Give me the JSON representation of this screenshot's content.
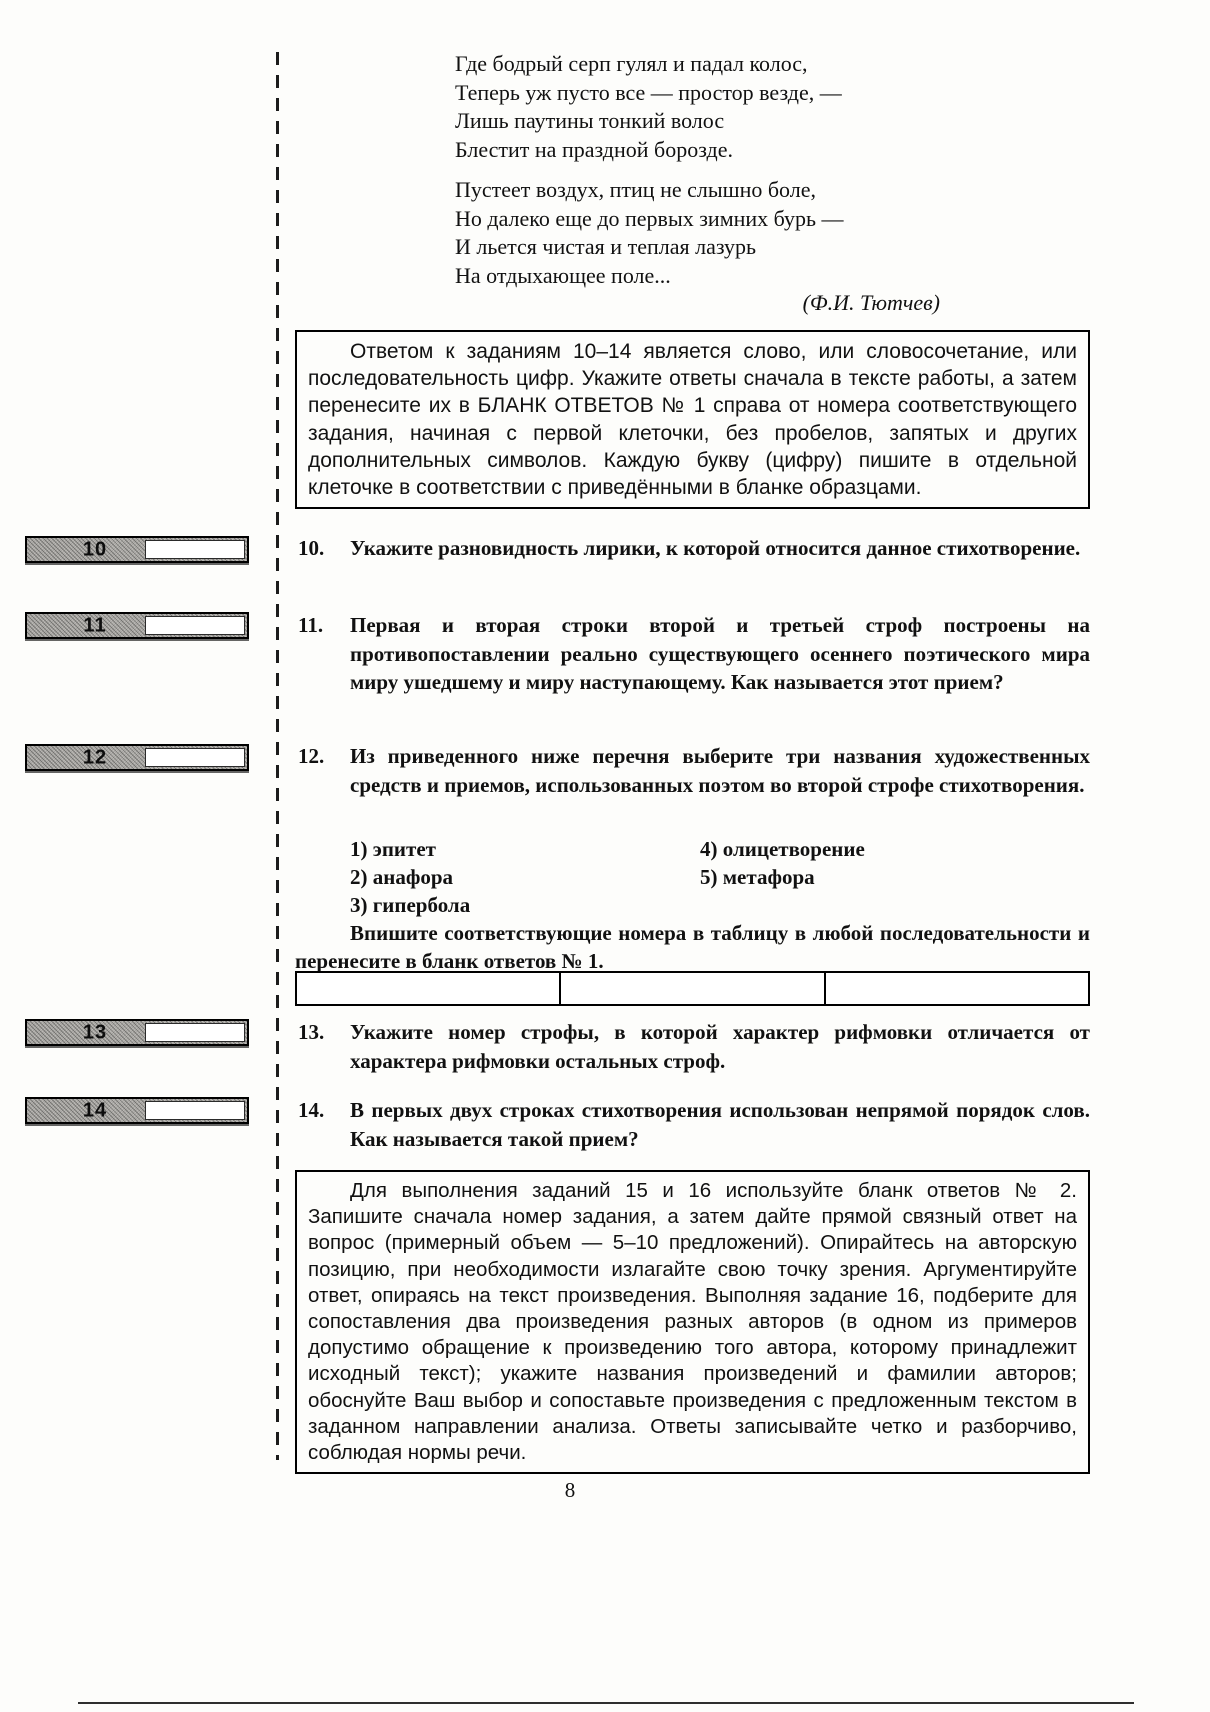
{
  "page": {
    "number": "8"
  },
  "poem": {
    "stanza1": [
      "Где бодрый серп гулял и падал колос,",
      "Теперь уж пусто все — простор везде, —",
      "Лишь паутины тонкий волос",
      "Блестит на праздной борозде."
    ],
    "stanza2": [
      "Пустеет воздух, птиц не слышно боле,",
      "Но далеко еще до первых зимних бурь —",
      "И льется чистая и теплая лазурь",
      "На отдыхающее поле..."
    ],
    "author": "(Ф.И. Тютчев)"
  },
  "instruction1": {
    "text": "Ответом к заданиям 10–14 является слово, или словосочетание, или последовательность цифр. Укажите ответы сначала в тексте работы, а затем перенесите их в БЛАНК ОТВЕТОВ № 1 справа от номера соответствующего задания, начиная с первой клеточки, без пробелов, запятых и других дополнительных символов. Каждую букву (цифру) пишите в отдельной клеточке в соответствии с приведёнными в бланке образцами."
  },
  "tasks": [
    {
      "number": "10.",
      "text": "Укажите разновидность лирики, к которой относится данное стихотворение."
    },
    {
      "number": "11.",
      "text": "Первая и вторая строки второй и третьей строф построены на противопоставлении реально существующего осеннего поэтического мира миру ушедшему и миру наступающему. Как называется этот прием?"
    },
    {
      "number": "12.",
      "text": "Из приведенного ниже перечня выберите три названия художественных средств и приемов, использованных поэтом во второй строфе стихотворения."
    },
    {
      "number": "13.",
      "text": "Укажите номер строфы, в которой характер рифмовки отличается от характера рифмовки остальных строф."
    },
    {
      "number": "14.",
      "text": "В первых двух строках стихотворения использован непрямой порядок слов. Как называется такой прием?"
    }
  ],
  "task12": {
    "options_col1": [
      "1) эпитет",
      "2) анафора",
      "3) гипербола"
    ],
    "options_col2": [
      "4) олицетворение",
      "5) метафора"
    ],
    "note": "Впишите соответствующие номера в таблицу в любой последовательности и перенесите в бланк ответов № 1.",
    "table_cells": [
      "",
      "",
      ""
    ]
  },
  "margin_answers": [
    {
      "label": "10"
    },
    {
      "label": "11"
    },
    {
      "label": "12"
    },
    {
      "label": "13"
    },
    {
      "label": "14"
    }
  ],
  "instruction2": {
    "text": "Для выполнения заданий 15 и 16 используйте бланк ответов № 2. Запишите сначала номер задания, а затем дайте прямой связный ответ на вопрос (примерный объем — 5–10 предложений). Опирайтесь на авторскую позицию, при необходимости излагайте свою точку зрения. Аргументируйте ответ, опираясь на текст произведения. Выполняя задание 16, подберите для сопоставления два произведения разных авторов (в одном из примеров допустимо обращение к произведению того автора, которому принадлежит исходный текст); укажите названия произведений и фамилии авторов; обоснуйте Ваш выбор и сопоставьте произведения с предложенным текстом в заданном направлении анализа. Ответы записывайте четко и разборчиво, соблюдая нормы речи."
  }
}
